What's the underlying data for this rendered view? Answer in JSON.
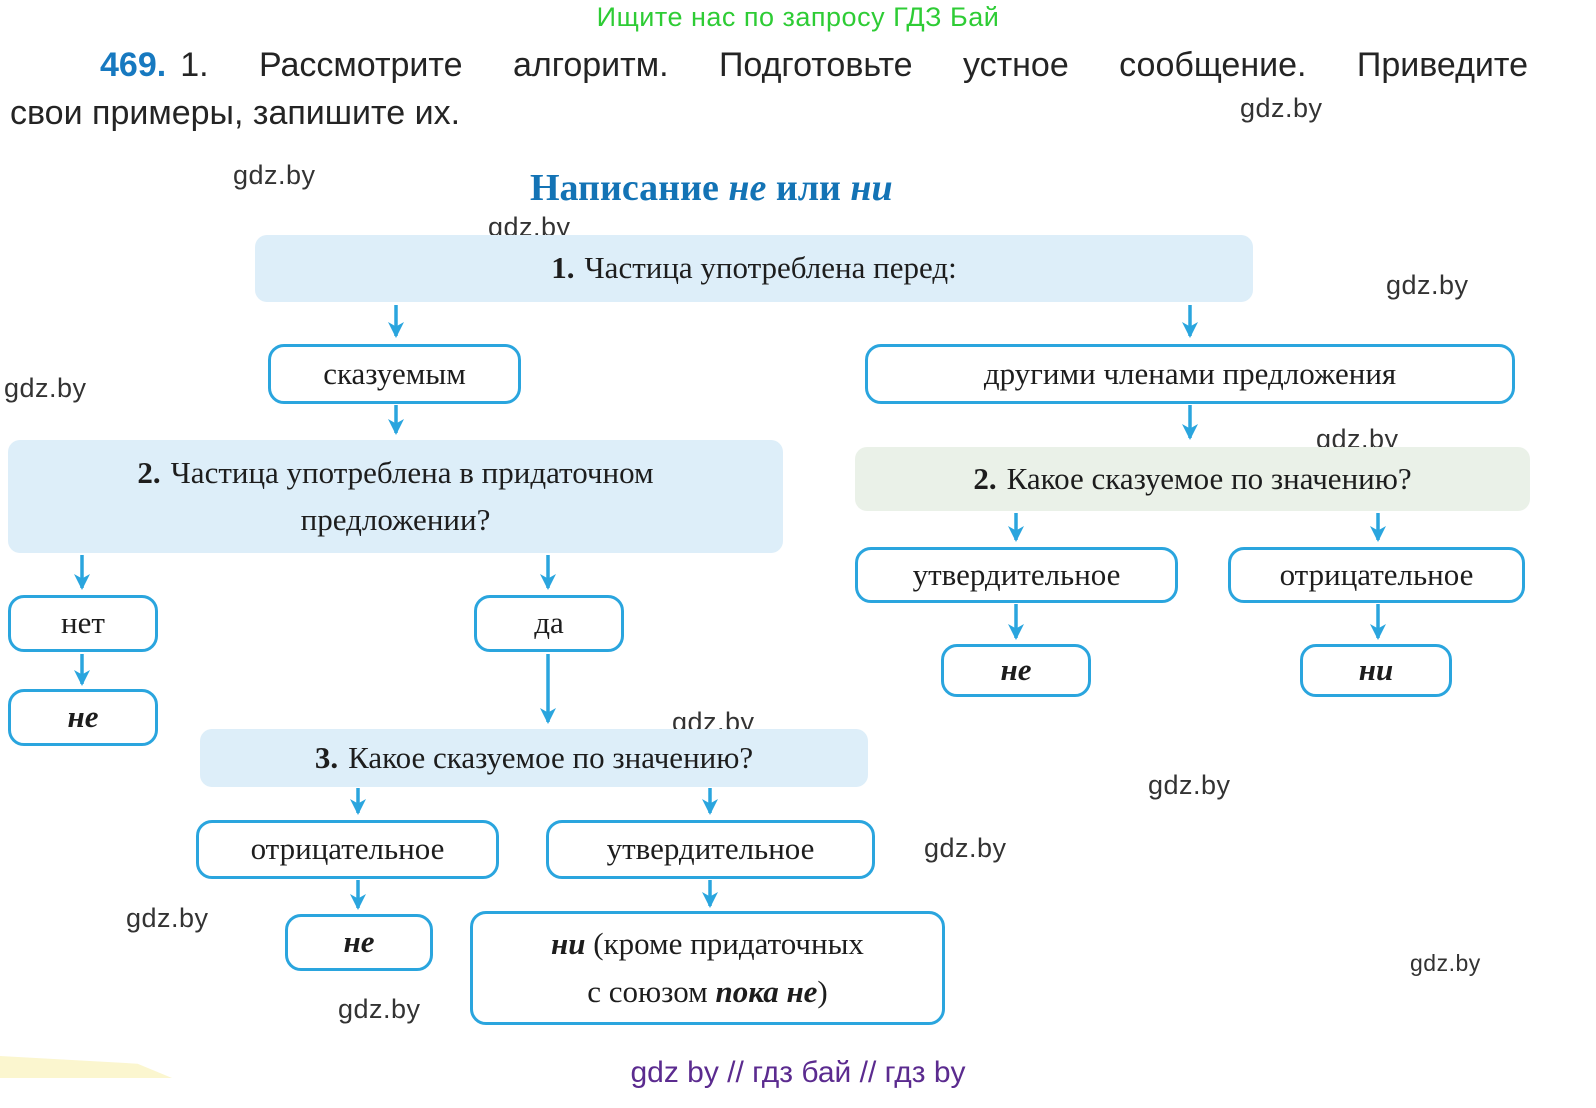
{
  "page": {
    "promo_top": "Ищите нас по запросу ГДЗ Бай",
    "task_number": "469.",
    "task_line1": "1. Рассмотрите алгоритм. Подготовьте устное сообщение. Приведите",
    "task_line2": "свои примеры, запишите их.",
    "watermark": "gdz.by",
    "footer": "gdz by  //  гдз бай  //  гдз by"
  },
  "diagram": {
    "title": {
      "word1": "Написание",
      "particle1": "не",
      "word2": "или",
      "particle2": "ни"
    },
    "q1": {
      "num": "1.",
      "text": "Частица употреблена перед:"
    },
    "predicate": "сказуемым",
    "other_members": "другими членами предложения",
    "q2_left": {
      "num": "2.",
      "line1": "Частица употреблена в придаточном",
      "line2": "предложении?"
    },
    "q2_right": {
      "num": "2.",
      "text": "Какое сказуемое по значению?"
    },
    "no": "нет",
    "yes": "да",
    "ne_after_no": "не",
    "q3": {
      "num": "3.",
      "text": "Какое сказуемое по значению?"
    },
    "negative_bottom": "отрицательное",
    "affirmative_bottom": "утвердительное",
    "ne_bottom": "не",
    "ni_bottom": {
      "particle": "ни",
      "rest1": " (кроме придаточных",
      "rest2_pre": "с союзом ",
      "rest2_bold": "пока не",
      "rest2_post": ")"
    },
    "affirmative_right": "утвердительное",
    "negative_right": "отрицательное",
    "ne_right": "не",
    "ni_right": "ни",
    "colors": {
      "accent_blue": "#2aa5de",
      "box_light_blue": "#ddeef9",
      "box_light_green": "#eaf1e8",
      "title_blue": "#1373b5",
      "task_number_blue": "#1779c0",
      "promo_green": "#2ecc35",
      "footer_purple": "#5b2b8f"
    }
  }
}
